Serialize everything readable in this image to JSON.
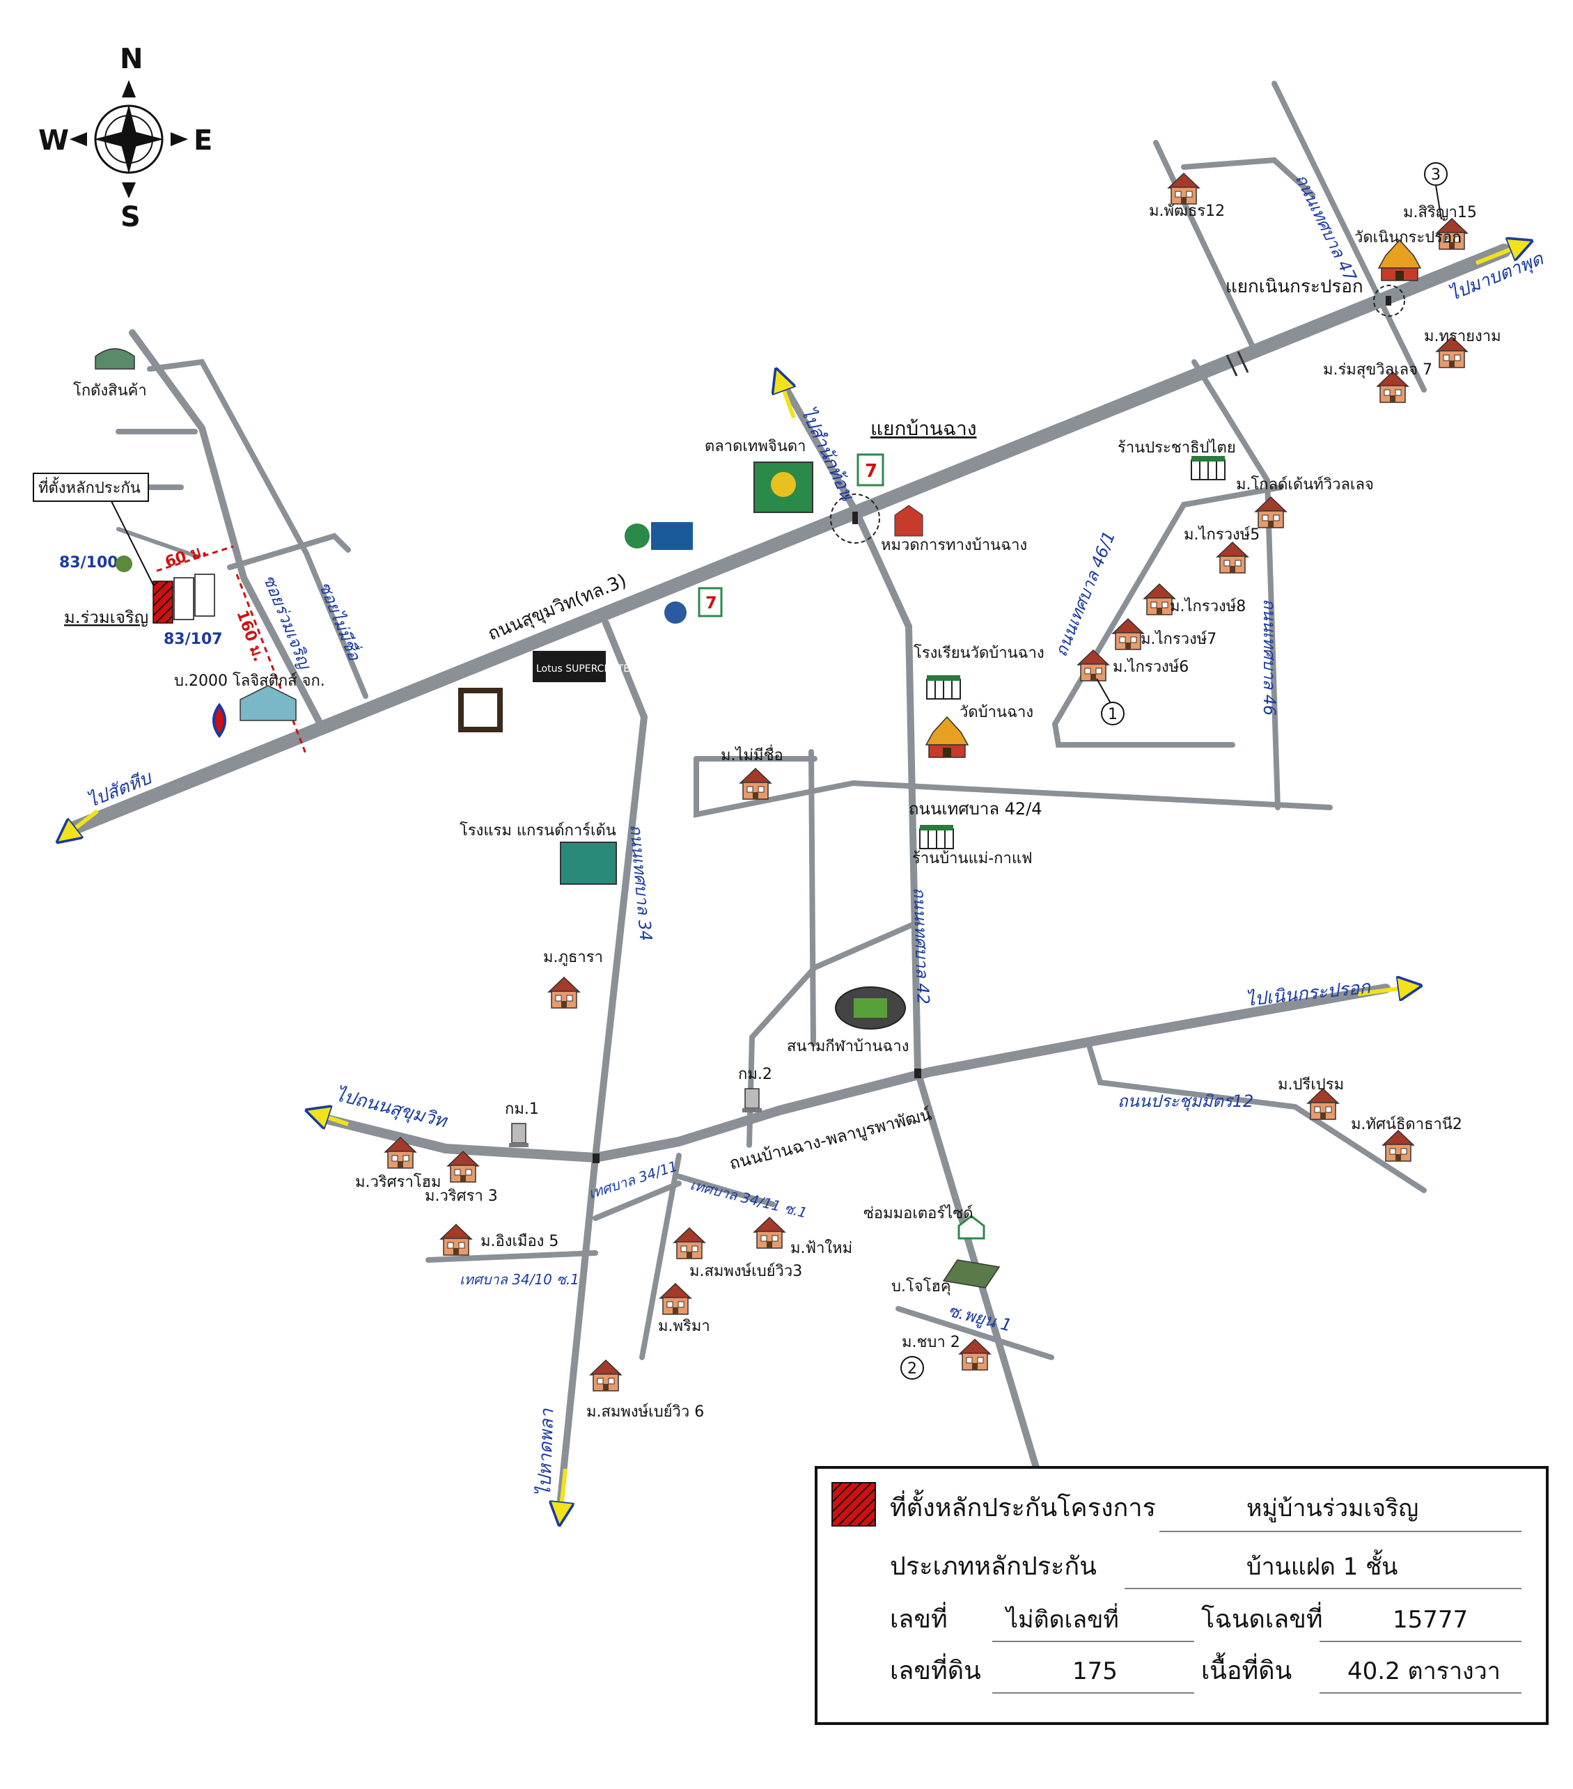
{
  "compass": {
    "n": "N",
    "s": "S",
    "e": "E",
    "w": "W"
  },
  "directions": {
    "to_sattahip": "ไปสัตหีบ",
    "to_chon_sukhumvit": "ไปถนนสุขุมวิท",
    "to_phla_beach": "ไปหาดพลา",
    "to_noen_krapok": "ไปเนินกระปรอก",
    "to_map_ta_phut": "ไปมาบตาพุด",
    "to_samnak_thon": "ไปสำนักท้อน"
  },
  "roads": {
    "sukhumvit": "ถนนสุขุมวิท(ทล.3)",
    "soi_ruam_charoen": "ซอยร่วมเจริญ",
    "soi_unnamed": "ซอยไม่มีชื่อ",
    "thesaban_34": "ถนนเทศบาล 34",
    "thesaban_42": "ถนนเทศบาล 42",
    "thesaban_42_4": "ถนนเทศบาล 42/4",
    "thesaban_46": "ถนนเทศบาล 46",
    "thesaban_46_1": "ถนนเทศบาล 46/1",
    "thesaban_47": "ถนนเทศบาล 47",
    "ban_chang_phla": "ถนนบ้านฉาง-พลาบูรพาพัฒน์",
    "prachummit_12": "ถนนประชุมมิตร12",
    "thesaban_34_11": "เทศบาล 34/11",
    "thesaban_34_11_s1": "เทศบาล 34/11 ซ.1",
    "thesaban_34_10_s1": "เทศบาล 34/10 ซ.1",
    "phayun_1": "ซ.พยูน 1"
  },
  "places": {
    "warehouse": "โกดังสินค้า",
    "collateral_site": "ที่ตั้งหลักประกัน",
    "plot_83_100": "83/100",
    "plot_83_107": "83/107",
    "village_ruam_charoen": "ม.ร่วมเจริญ",
    "dist_60": "60 ม.",
    "dist_160": "160 ม.",
    "logistics": "บ.2000 โลจิสติกส์ จก.",
    "market": "ตลาดเทพจินดา",
    "junction_ban_chang": "แยกบ้านฉาง",
    "navy": "หมวดการทางบ้านฉาง",
    "lotus_super": "Lotus SUPERCENTER",
    "school": "โรงเรียนวัดบ้านฉาง",
    "temple_ban_chang": "วัดบ้านฉาง",
    "hotel": "โรงแรม แกรนด์การ์เด้น",
    "unnamed_village": "ม.ไม่มีชื่อ",
    "cafe": "ร้านบ้านแม่-กาแฟ",
    "phuthara": "ม.ภูธารา",
    "stadium": "สนามกีฬาบ้านฉาง",
    "km1": "กม.1",
    "km2": "กม.2",
    "wisara_home": "ม.วริศราโฮม",
    "wisara_3": "ม.วริศรา 3",
    "ing_mueang_5": "ม.อิงเมือง 5",
    "somphong_3": "ม.สมพงษ์เบย์วิว3",
    "prima": "ม.พริมา",
    "fa_mai": "ม.ฟ้าใหม่",
    "somphong_6": "ม.สมพงษ์เบย์วิว 6",
    "motorcycle": "ซ่อมมอเตอร์ไซด์",
    "jo_ho_ku": "บ.โจโฮคุ",
    "chaba_2": "ม.ชบา 2",
    "preeprom": "ม.ปรีเปรม",
    "thatsida_2": "ม.ทัศน์ธิดาธานี2",
    "prachathipatai": "ร้านประชาธิปไตย",
    "golden_villa": "ม.โกลด์เด้นท์วิวลเลจ",
    "kraiwong_5": "ม.ไกรวงษ์5",
    "kraiwong_8": "ม.ไกรวงษ์8",
    "kraiwong_7": "ม.ไกรวงษ์7",
    "kraiwong_6": "ม.ไกรวงษ์6",
    "phat_12": "ม.พัฒธร12",
    "siriya_15": "ม.สิริญา15",
    "wat_noen": "วัดเนินกระปรอก",
    "junction_noen": "แยกเนินกระปรอก",
    "sai_ngam": "ม.ทรายงาม",
    "ruam_suk_7": "ม.ร่มสุขวิลเลจ 7",
    "marker_1": "1",
    "marker_2": "2",
    "marker_3": "3"
  },
  "legend": {
    "site_label": "ที่ตั้งหลักประกันโครงการ",
    "site_value": "หมู่บ้านร่วมเจริญ",
    "type_label": "ประเภทหลักประกัน",
    "type_value": "บ้านแฝด 1 ชั้น",
    "number_label": "เลขที่",
    "number_value": "ไม่ติดเลขที่",
    "deed_label": "โฉนดเลขที่",
    "deed_value": "15777",
    "land_no_label": "เลขที่ดิน",
    "land_no_value": "175",
    "area_label": "เนื้อที่ดิน",
    "area_value": "40.2 ตารางวา"
  },
  "colors": {
    "road": "#8a9095",
    "road_label": "#1a3aa0",
    "collateral": "#d01010",
    "arrow": "#f2e21a"
  }
}
